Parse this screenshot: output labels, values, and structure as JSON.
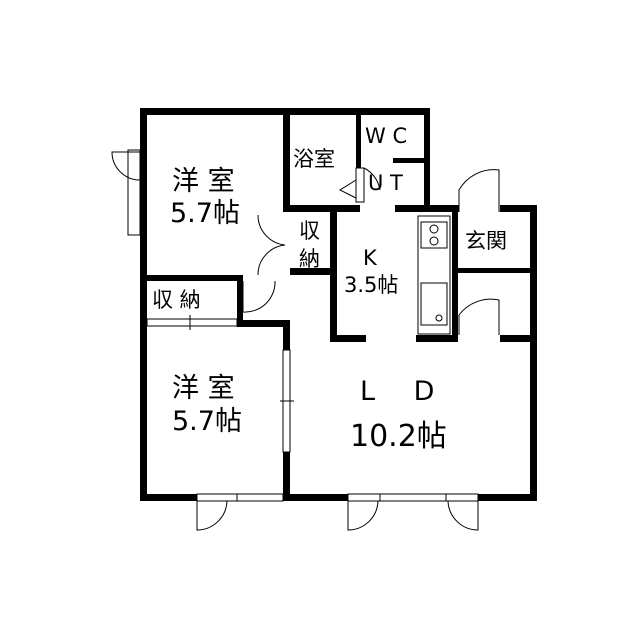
{
  "rooms": {
    "western_room_1": {
      "name": "洋 室",
      "size": "5.7帖"
    },
    "western_room_2": {
      "name": "洋 室",
      "size": "5.7帖"
    },
    "bathroom": {
      "name": "浴室"
    },
    "toilet": {
      "name": "W C"
    },
    "utility": {
      "name": "U T"
    },
    "storage_middle": {
      "line1": "収",
      "line2": "納"
    },
    "storage_left": {
      "name": "収 納"
    },
    "kitchen": {
      "name": "K",
      "size": "3.5帖"
    },
    "entrance": {
      "name": "玄関"
    },
    "living_dining": {
      "name": "L D",
      "size": "10.2帖"
    }
  }
}
